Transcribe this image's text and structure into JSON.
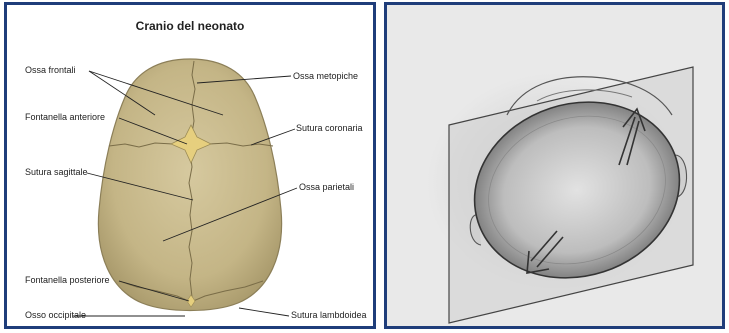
{
  "left": {
    "title": "Cranio del neonato",
    "labels": {
      "ossa_frontali": "Ossa frontali",
      "ossa_metopiche": "Ossa metopiche",
      "fontanella_anteriore": "Fontanella anteriore",
      "sutura_coronaria": "Sutura coronaria",
      "sutura_sagittale": "Sutura sagittale",
      "ossa_parietali": "Ossa parietali",
      "fontanella_posteriore": "Fontanella posteriore",
      "osso_occipitale": "Osso occipitale",
      "sutura_lambdoidea": "Sutura lambdoidea"
    }
  },
  "colors": {
    "frame": "#1f3d7a",
    "bone": "#c9bb8e",
    "fontanelle": "#e6cf7e"
  }
}
